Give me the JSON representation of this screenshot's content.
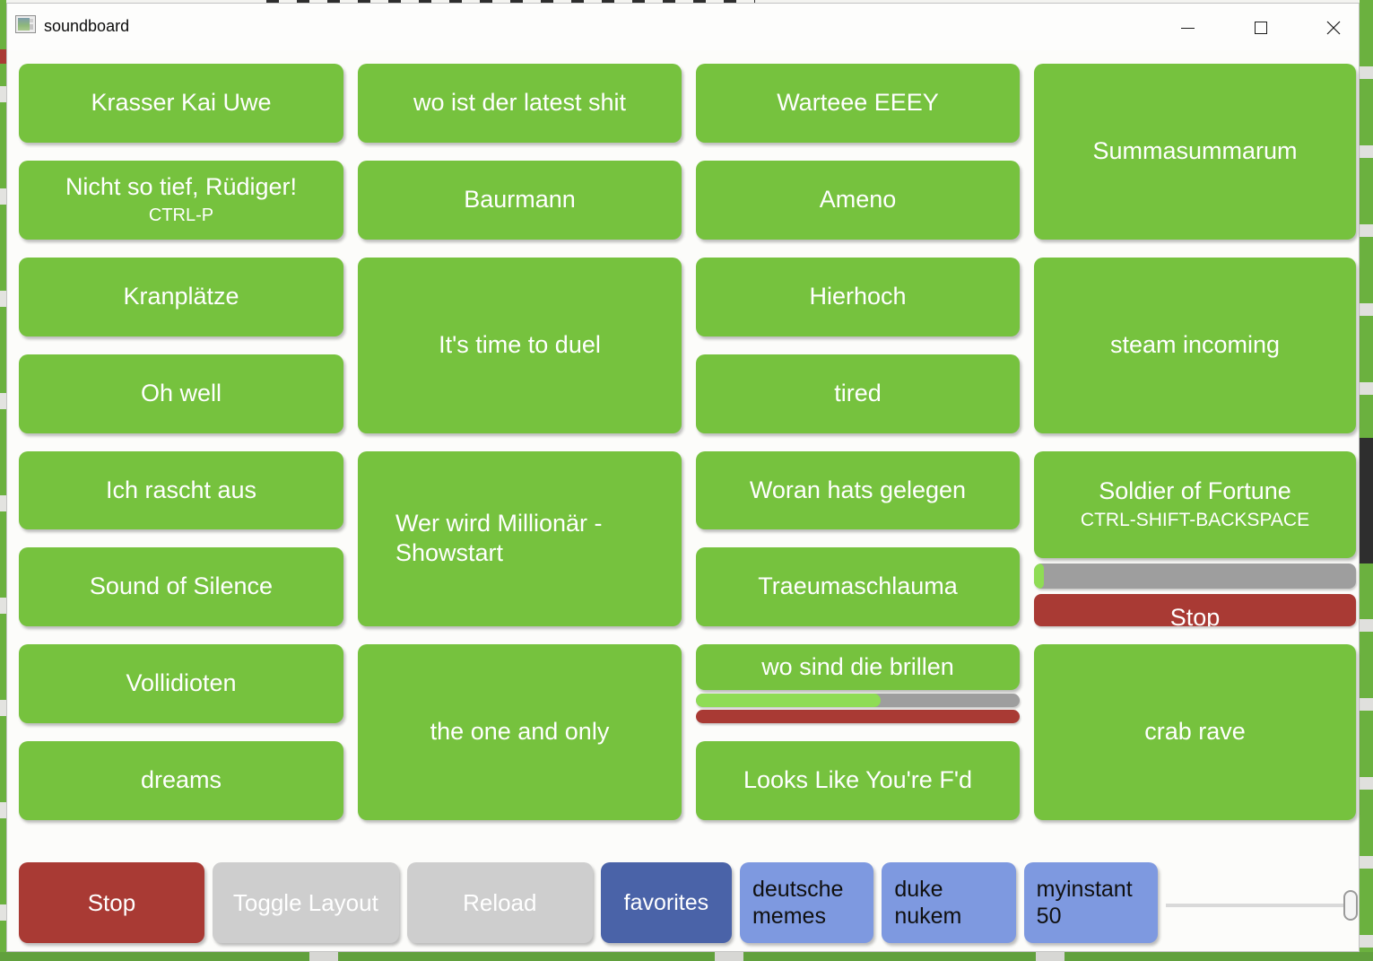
{
  "titlebar": {
    "title": "soundboard"
  },
  "colors": {
    "button_green": "#76c23e",
    "progress_green": "#8fdc55",
    "stop_red": "#a93a34",
    "disabled_gray": "#cecece",
    "tab_blue_active": "#4a63a8",
    "tab_blue": "#7e99e0",
    "progress_track_gray": "#9e9e9e"
  },
  "sounds": {
    "krasser_kai_uwe": "Krasser Kai Uwe",
    "nicht_so_tief": "Nicht so tief, Rüdiger!",
    "nicht_so_tief_shortcut": "CTRL-P",
    "kranplaetze": "Kranplätze",
    "oh_well": "Oh well",
    "ich_rascht_aus": "Ich rascht aus",
    "sound_of_silence": "Sound of Silence",
    "vollidioten": "Vollidioten",
    "dreams": "dreams",
    "wo_ist_der_latest_shit": "wo ist der latest shit",
    "baurmann": "Baurmann",
    "its_time_to_duel": "It's time to duel",
    "wer_wird_millionaer": "Wer wird Millionär - Showstart",
    "the_one_and_only": "the one and only",
    "warteee_eeey": "Warteee EEEY",
    "ameno": "Ameno",
    "hierhoch": "Hierhoch",
    "tired": "tired",
    "woran_hats_gelegen": "Woran hats gelegen",
    "traeumaschlauma": "Traeumaschlauma",
    "wo_sind_die_brillen": "wo sind die brillen",
    "looks_like_youre_fd": "Looks Like You're F'd",
    "summasummarum": "Summasummarum",
    "steam_incoming": "steam incoming",
    "soldier_of_fortune": "Soldier of Fortune",
    "soldier_shortcut": "CTRL-SHIFT-BACKSPACE",
    "crab_rave": "crab rave"
  },
  "players": {
    "brillen_progress_percent": 57,
    "soldier_progress_percent": 3,
    "soldier_stop_label": "Stop"
  },
  "toolbar": {
    "stop": "Stop",
    "toggle_layout": "Toggle Layout",
    "reload": "Reload",
    "tab_favorites": "favorites",
    "tab_deutsche_memes": "deutsche memes",
    "tab_duke_nukem": "duke nukem",
    "tab_myinstant_50": "myinstant 50",
    "volume_percent": 97
  }
}
